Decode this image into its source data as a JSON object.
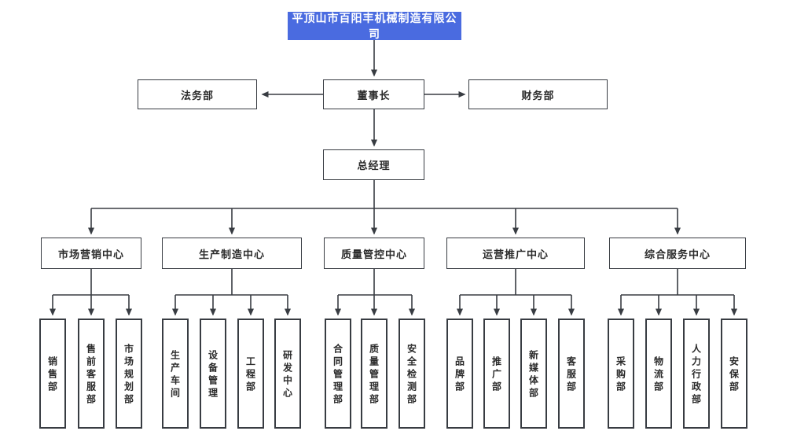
{
  "org_chart": {
    "root": {
      "label": "平顶山市百阳丰机械制造有限公司"
    },
    "chairman": {
      "label": "董事长"
    },
    "legal": {
      "label": "法务部"
    },
    "finance": {
      "label": "财务部"
    },
    "general_manager": {
      "label": "总经理"
    },
    "centers": [
      {
        "label": "市场营销中心",
        "children": [
          {
            "label": "销售部"
          },
          {
            "label": "售前客服部"
          },
          {
            "label": "市场规划部"
          }
        ]
      },
      {
        "label": "生产制造中心",
        "children": [
          {
            "label": "生产车间"
          },
          {
            "label": "设备管理"
          },
          {
            "label": "工程部"
          },
          {
            "label": "研发中心"
          }
        ]
      },
      {
        "label": "质量管控中心",
        "children": [
          {
            "label": "合同管理部"
          },
          {
            "label": "质量管理部"
          },
          {
            "label": "安全检测部"
          }
        ]
      },
      {
        "label": "运营推广中心",
        "children": [
          {
            "label": "品牌部"
          },
          {
            "label": "推广部"
          },
          {
            "label": "新媒体部"
          },
          {
            "label": "客服部"
          }
        ]
      },
      {
        "label": "综合服务中心",
        "children": [
          {
            "label": "采购部"
          },
          {
            "label": "物流部"
          },
          {
            "label": "人力行政部"
          },
          {
            "label": "安保部"
          }
        ]
      }
    ]
  },
  "colors": {
    "root_fill": "#4a6be0",
    "root_text": "#ffffff",
    "box_border": "#383c42",
    "line": "#383c42",
    "text": "#2b2b2b",
    "background": "#ffffff"
  }
}
